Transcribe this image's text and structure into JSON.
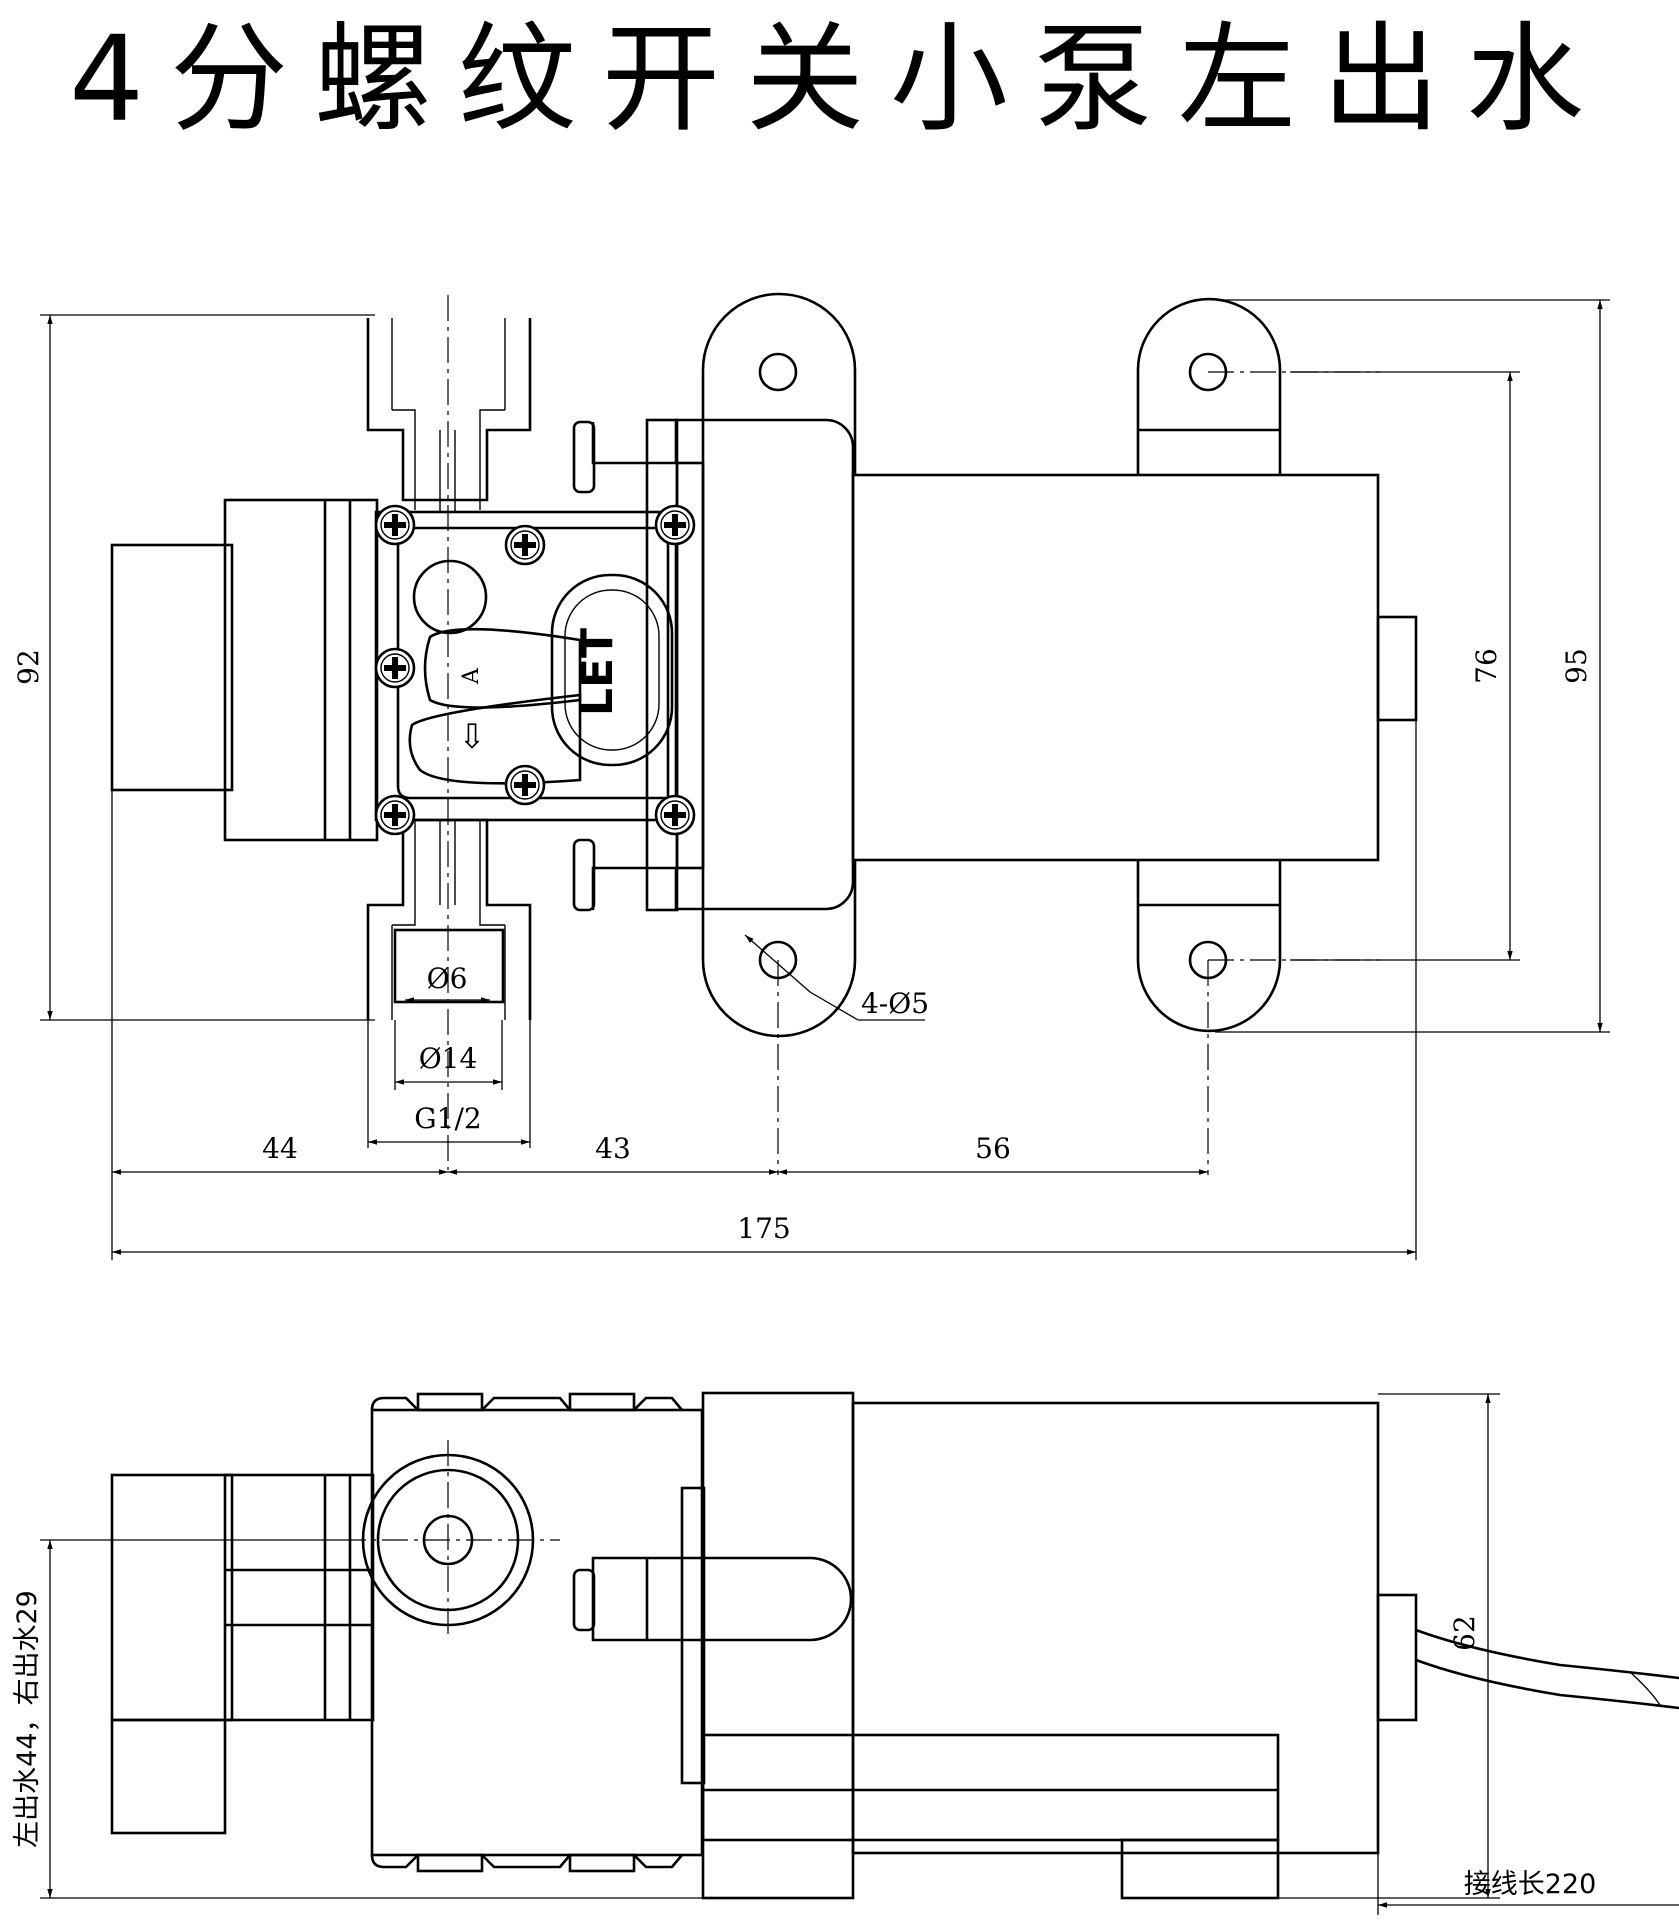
{
  "title": "4分螺纹开关小泵左出水",
  "top_view": {
    "dims": {
      "overall_height": "92",
      "mount_height": "76",
      "total_height": "95",
      "inner_dia": "Ø6",
      "outer_dia": "Ø14",
      "thread": "G1/2",
      "hole_spec": "4-Ø5",
      "seg_a": "44",
      "seg_b": "43",
      "seg_c": "56",
      "overall_length": "175"
    },
    "labels": {
      "chamber": "A",
      "brand": "LET",
      "arrow": "⇩"
    }
  },
  "side_view": {
    "dims": {
      "height": "62",
      "outlet_note": "左出水44，右出水29",
      "wire_length": "接线长220"
    }
  }
}
